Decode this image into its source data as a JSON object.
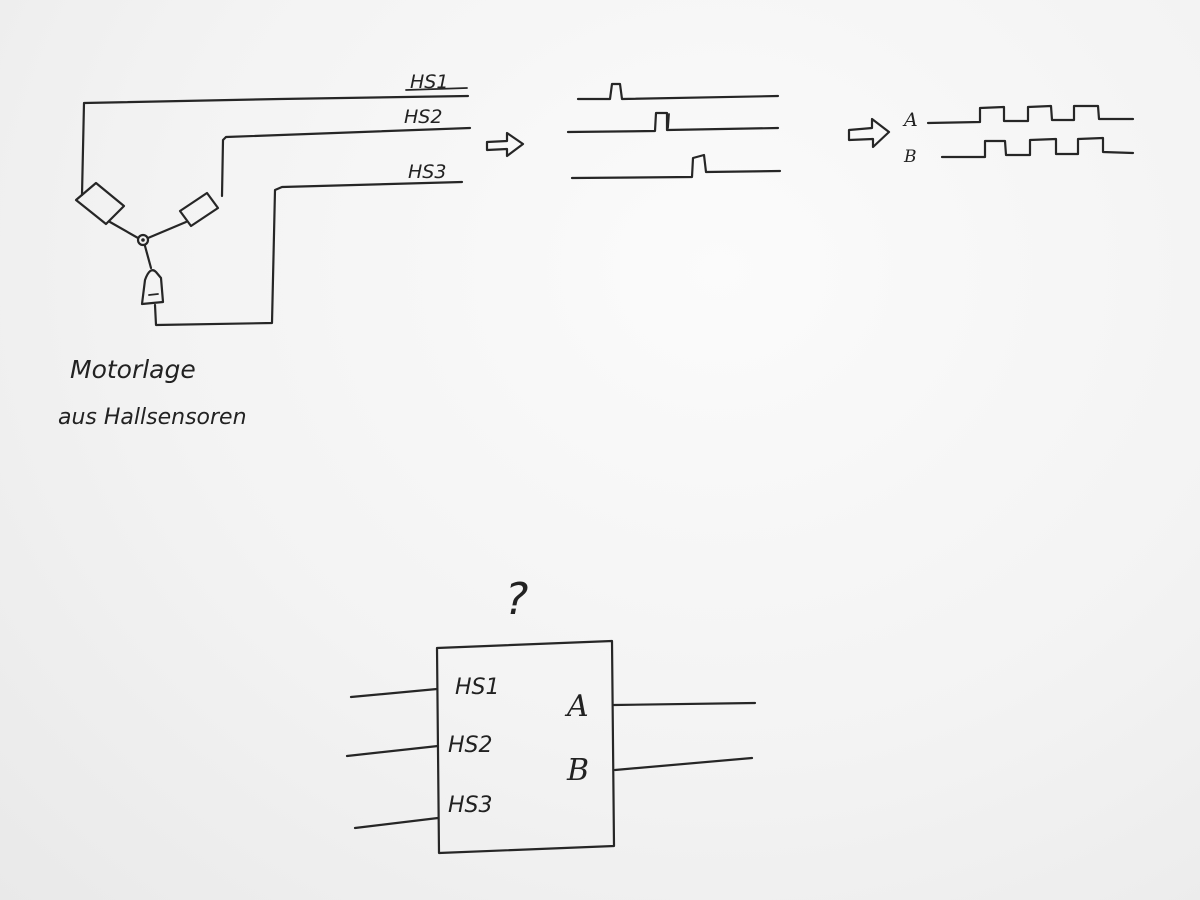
{
  "motor_sketch": {
    "signal_labels": [
      "HS1",
      "HS2",
      "HS3"
    ],
    "caption_line1": "Motorlage",
    "caption_line2": "aus Hallsensoren"
  },
  "encoder_outputs": {
    "label_a": "A",
    "label_b": "B"
  },
  "converter_block": {
    "question_mark": "?",
    "inputs": [
      "HS1",
      "HS2",
      "HS3"
    ],
    "outputs": [
      "A",
      "B"
    ]
  },
  "colors": {
    "paper": "#f4f4f4",
    "ink": "#262626"
  }
}
